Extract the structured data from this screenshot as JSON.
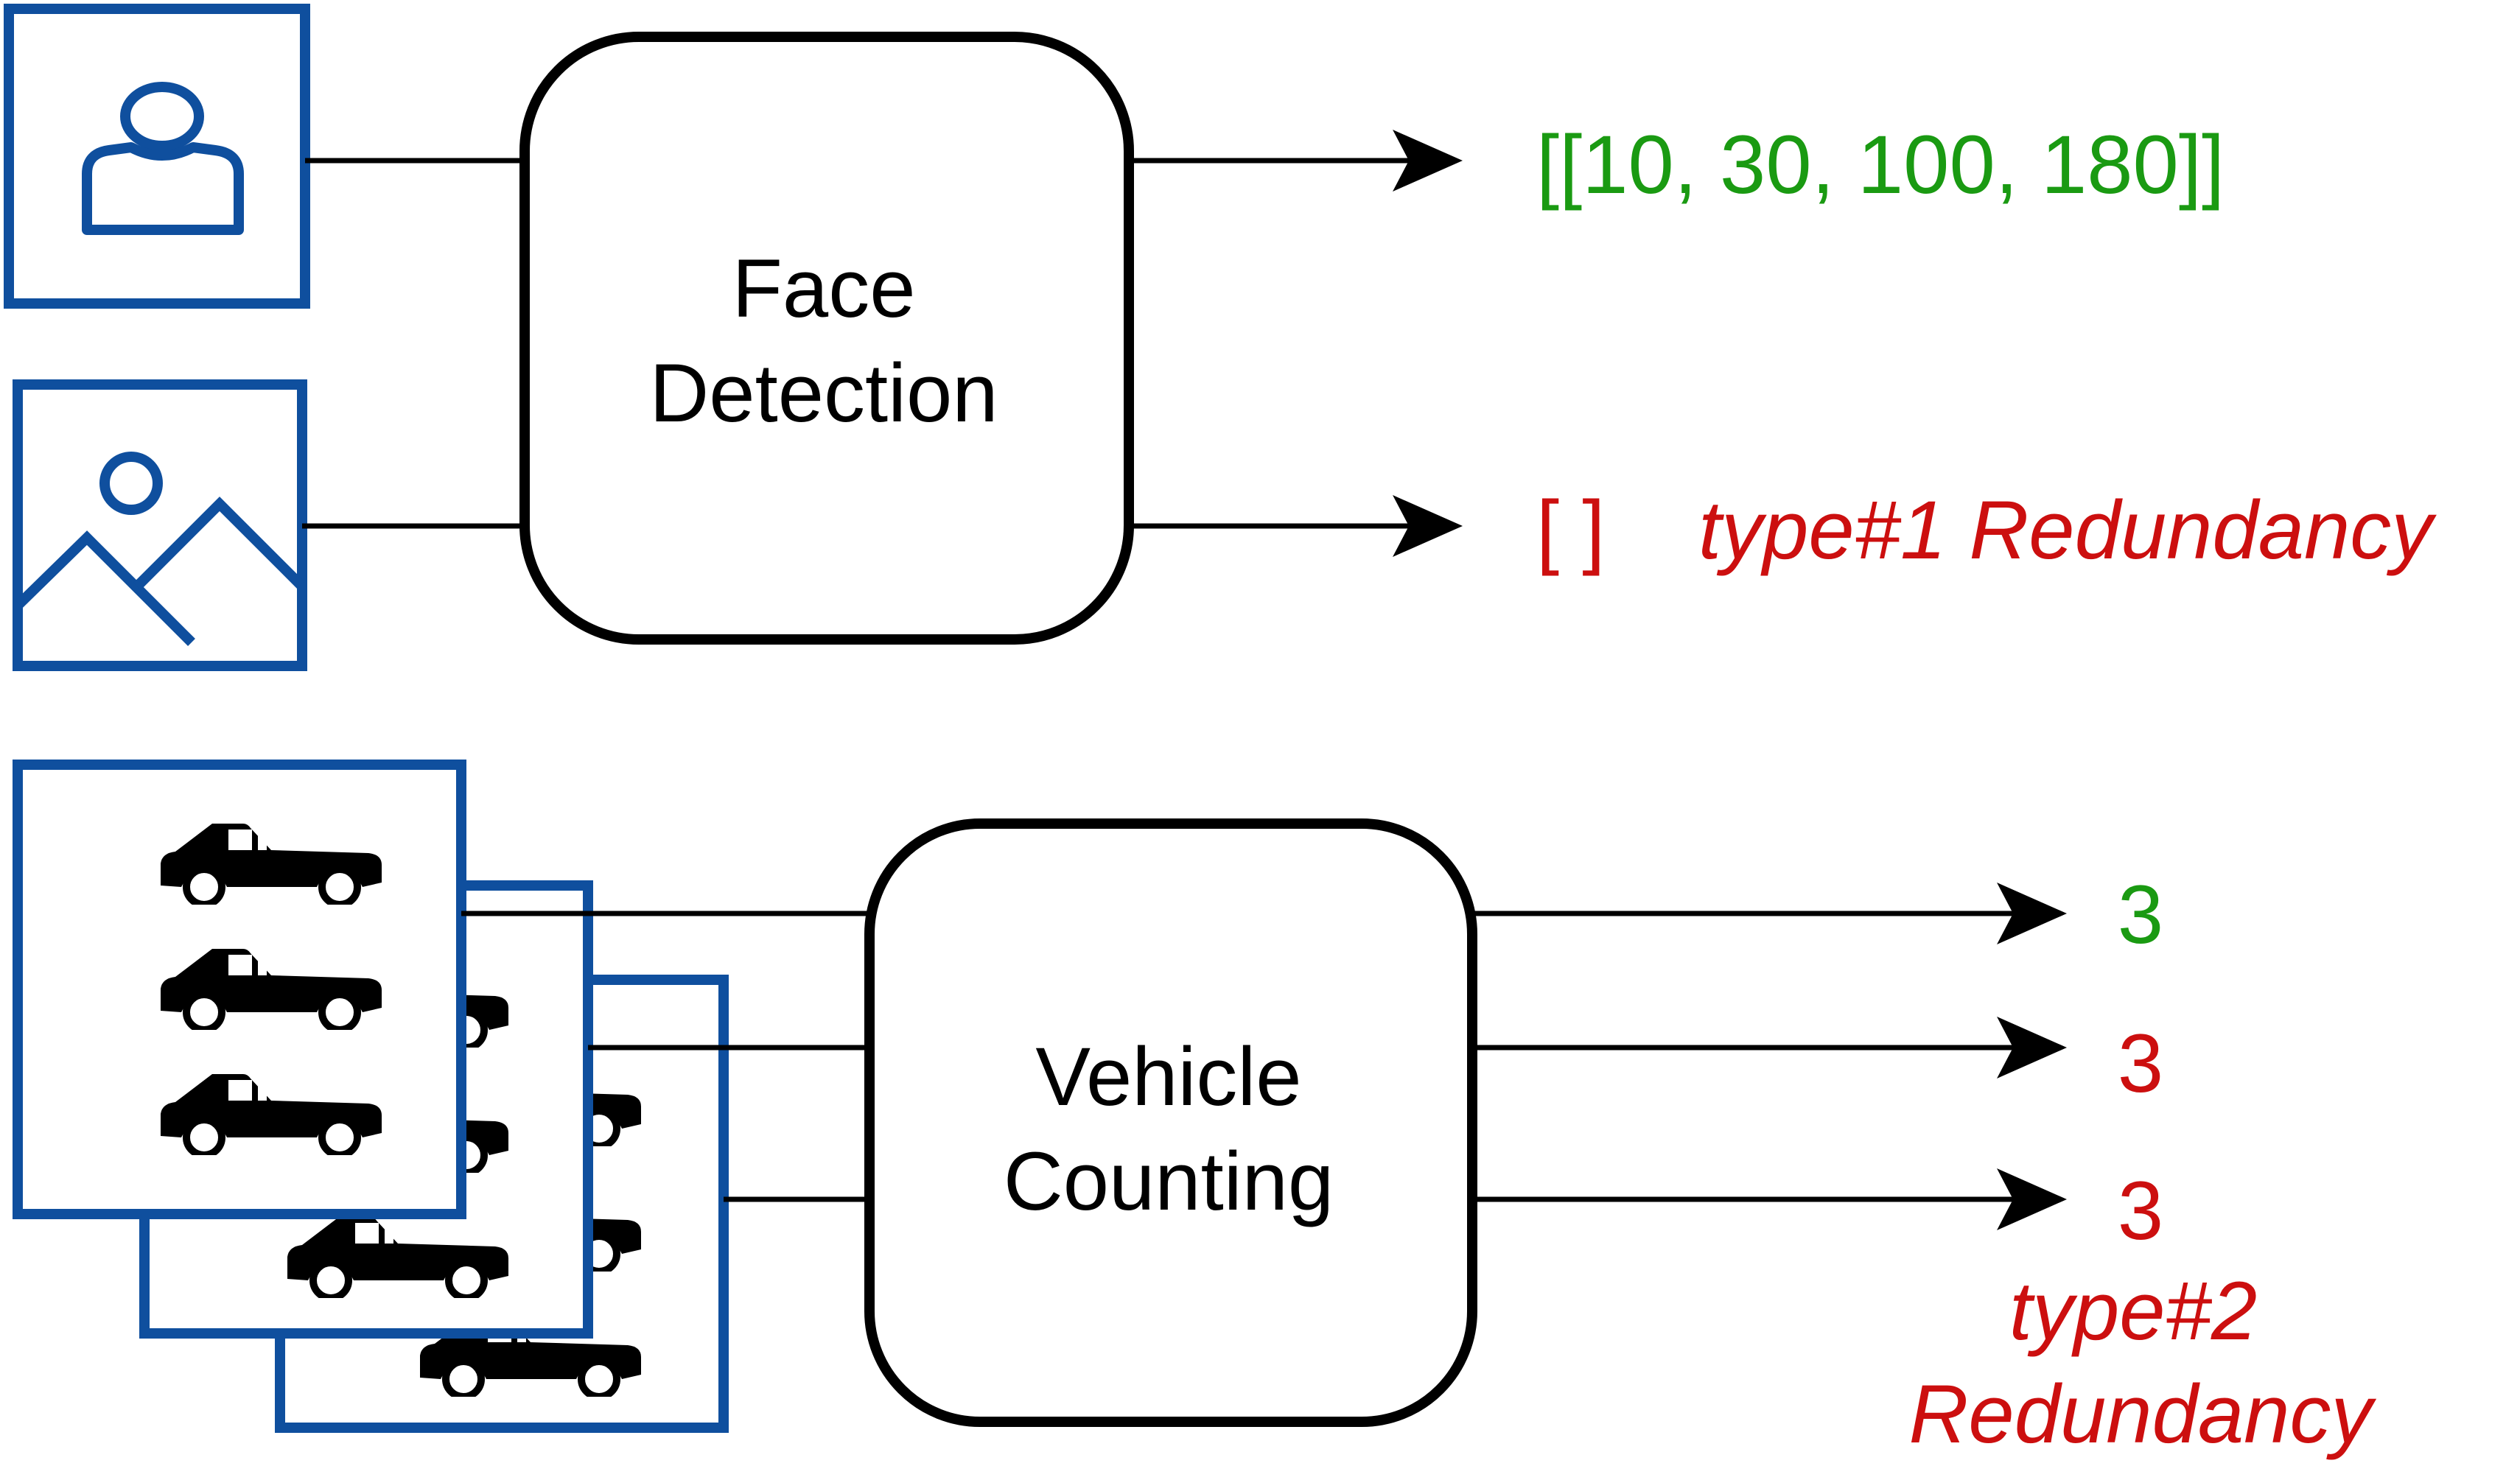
{
  "colors": {
    "frame_blue": "#0f4f9e",
    "stroke_black": "#000000",
    "ok_green": "#1a9a12",
    "redundant_red": "#cc0f0f"
  },
  "icons": {
    "person_image": "person-icon",
    "landscape_image": "landscape-icon",
    "vehicle_frames": "car-icon"
  },
  "face_detection": {
    "title_line1": "Face",
    "title_line2": "Detection",
    "output_1": "[[10, 30, 100, 180]]",
    "output_2": "[ ]",
    "redundancy_label": "type#1 Redundancy"
  },
  "vehicle_counting": {
    "title_line1": "Vehicle",
    "title_line2": "Counting",
    "outputs": [
      "3",
      "3",
      "3"
    ],
    "redundancy_label_line1": "type#2",
    "redundancy_label_line2": "Redundancy"
  }
}
